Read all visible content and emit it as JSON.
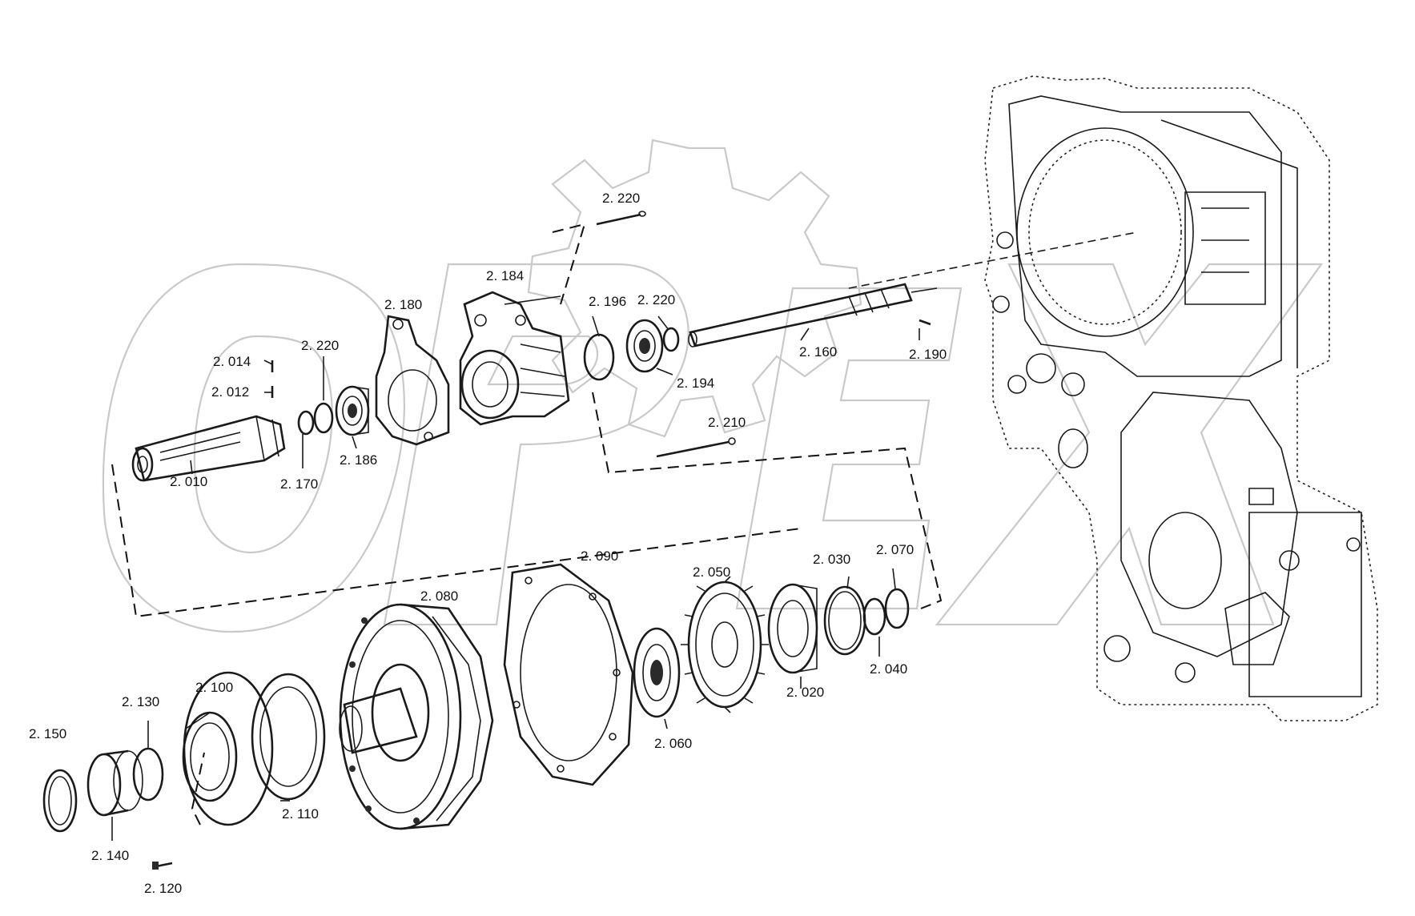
{
  "parts": [
    {
      "id": "p2220a",
      "label": "2. 220"
    },
    {
      "id": "p2184",
      "label": "2. 184"
    },
    {
      "id": "p2180",
      "label": "2. 180"
    },
    {
      "id": "p2196",
      "label": "2. 196"
    },
    {
      "id": "p2220b",
      "label": "2. 220"
    },
    {
      "id": "p2220c",
      "label": "2. 220"
    },
    {
      "id": "p2014",
      "label": "2. 014"
    },
    {
      "id": "p2012",
      "label": "2. 012"
    },
    {
      "id": "p2160",
      "label": "2. 160"
    },
    {
      "id": "p2190",
      "label": "2. 190"
    },
    {
      "id": "p2194",
      "label": "2. 194"
    },
    {
      "id": "p2186",
      "label": "2. 186"
    },
    {
      "id": "p2010",
      "label": "2. 010"
    },
    {
      "id": "p2170",
      "label": "2. 170"
    },
    {
      "id": "p2210",
      "label": "2. 210"
    },
    {
      "id": "p2090",
      "label": "2. 090"
    },
    {
      "id": "p2050",
      "label": "2. 050"
    },
    {
      "id": "p2030",
      "label": "2. 030"
    },
    {
      "id": "p2070",
      "label": "2. 070"
    },
    {
      "id": "p2080",
      "label": "2. 080"
    },
    {
      "id": "p2040",
      "label": "2. 040"
    },
    {
      "id": "p2020",
      "label": "2. 020"
    },
    {
      "id": "p2100",
      "label": "2. 100"
    },
    {
      "id": "p2130",
      "label": "2. 130"
    },
    {
      "id": "p2150",
      "label": "2. 150"
    },
    {
      "id": "p2060",
      "label": "2. 060"
    },
    {
      "id": "p2110",
      "label": "2. 110"
    },
    {
      "id": "p2140",
      "label": "2. 140"
    },
    {
      "id": "p2120",
      "label": "2. 120"
    }
  ],
  "watermark": {
    "text": "OPEX",
    "color": "#c9c9c9"
  },
  "colors": {
    "ink": "#1a1a1a",
    "background": "#ffffff"
  }
}
